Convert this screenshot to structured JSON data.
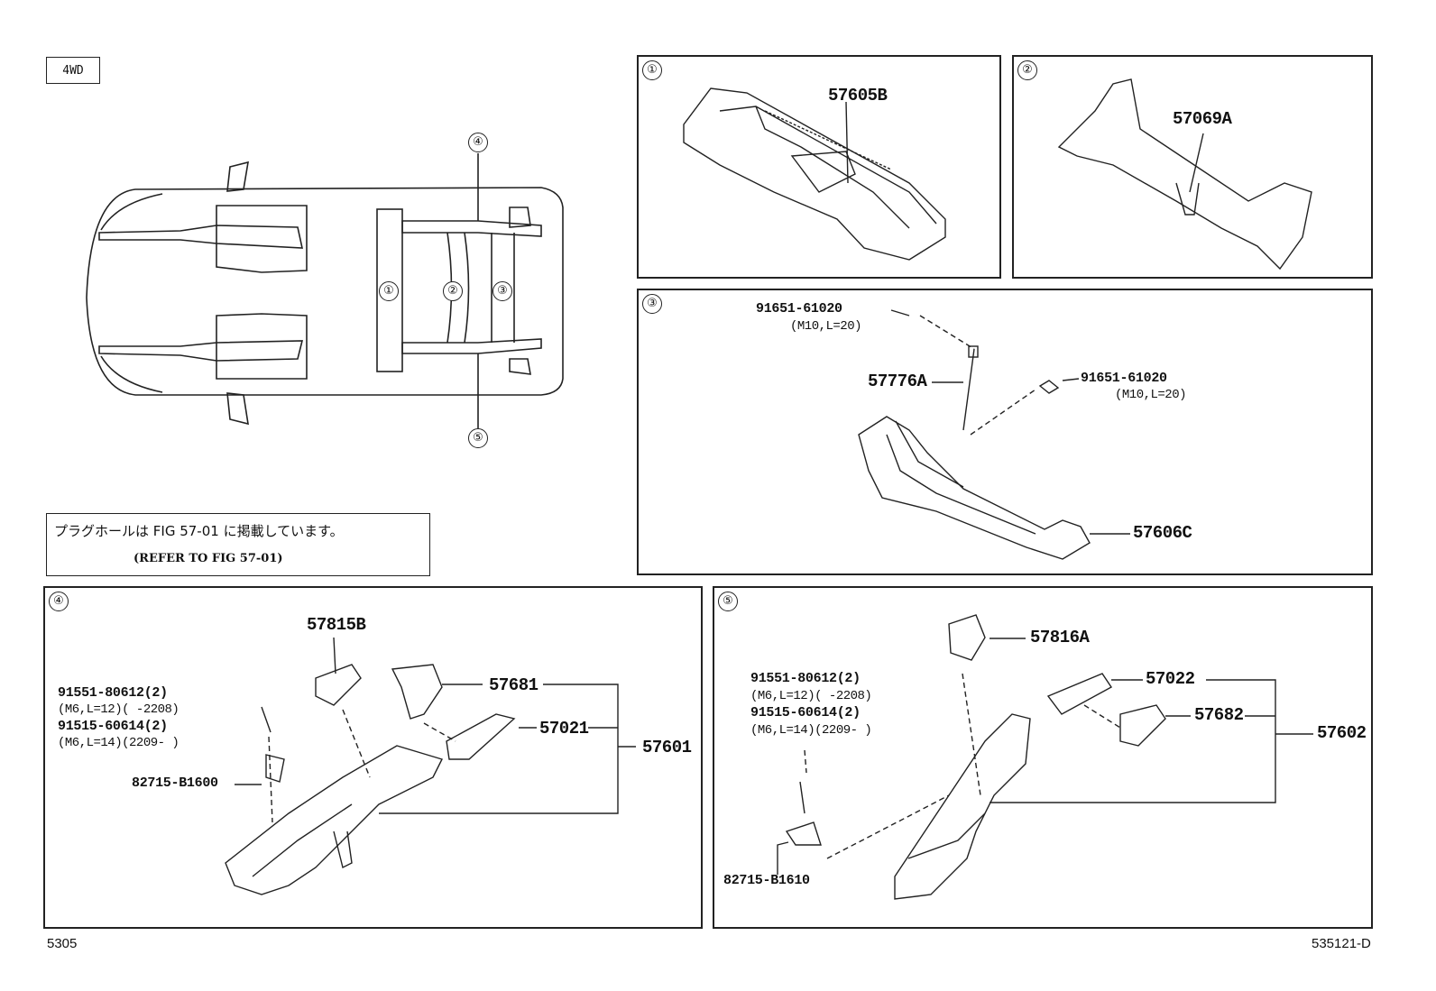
{
  "drive_tag": "4WD",
  "note": {
    "jp": "プラグホールは FIG 57-01 に掲載しています。",
    "en": "(REFER TO FIG 57-01)"
  },
  "overview": {
    "markers": [
      "①",
      "②",
      "③",
      "④",
      "⑤"
    ]
  },
  "panels": [
    {
      "marker": "①",
      "parts": [
        "57605B"
      ]
    },
    {
      "marker": "②",
      "parts": [
        "57069A"
      ]
    },
    {
      "marker": "③",
      "parts": [
        {
          "number": "91651-61020",
          "spec": "(M10,L=20)"
        },
        {
          "number": "57776A"
        },
        {
          "number": "91651-61020",
          "spec": "(M10,L=20)"
        },
        {
          "number": "57606C"
        }
      ]
    },
    {
      "marker": "④",
      "parts": [
        {
          "number": "57815B"
        },
        {
          "number": "57681"
        },
        {
          "number": "57021"
        },
        {
          "number": "57601"
        },
        {
          "number": "91551-80612(2)",
          "spec": "(M6,L=12)(      -2208)"
        },
        {
          "number": "91515-60614(2)",
          "spec": "(M6,L=14)(2209-      )"
        },
        {
          "number": "82715-B1600"
        }
      ]
    },
    {
      "marker": "⑤",
      "parts": [
        {
          "number": "57816A"
        },
        {
          "number": "57022"
        },
        {
          "number": "57682"
        },
        {
          "number": "57602"
        },
        {
          "number": "91551-80612(2)",
          "spec": "(M6,L=12)(      -2208)"
        },
        {
          "number": "91515-60614(2)",
          "spec": "(M6,L=14)(2209-      )"
        },
        {
          "number": "82715-B1610"
        }
      ]
    }
  ],
  "footer": {
    "left": "5305",
    "right": "535121-D"
  },
  "colors": {
    "line": "#222222",
    "background": "#ffffff"
  }
}
